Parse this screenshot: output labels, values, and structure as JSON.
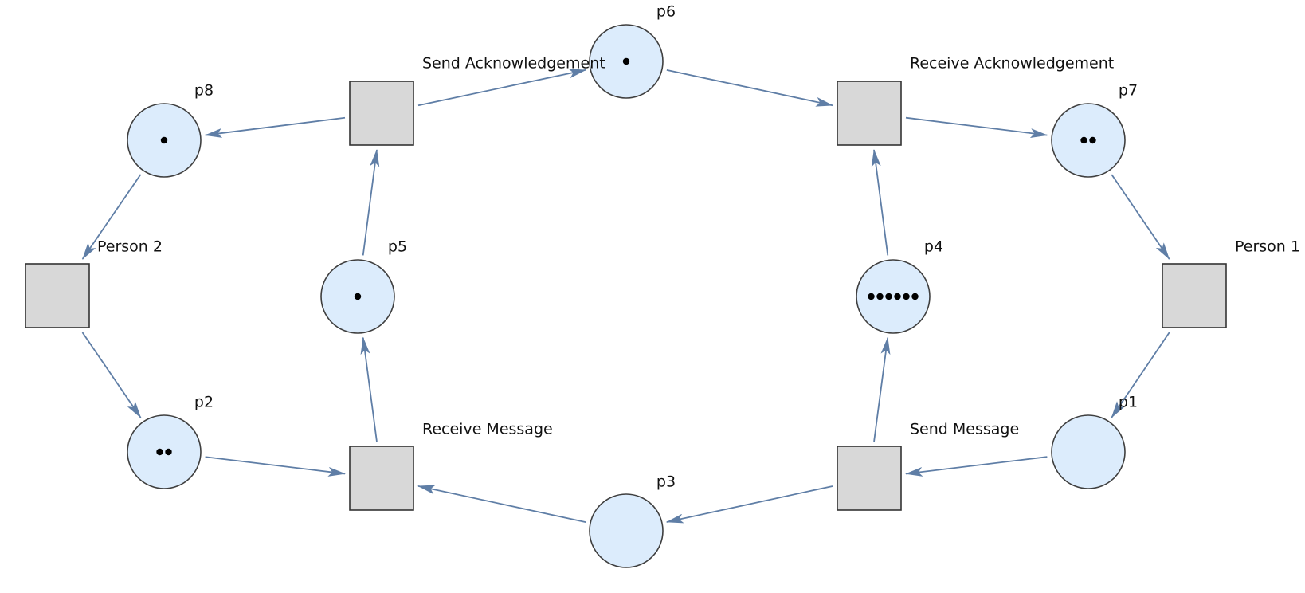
{
  "colors": {
    "place_fill": "#dcecfc",
    "transition_fill": "#d8d8d8",
    "arc": "#5f7ea6",
    "token": "#000000"
  },
  "places": [
    {
      "id": "p1",
      "label": "p1",
      "tokens": 0
    },
    {
      "id": "p2",
      "label": "p2",
      "tokens": 2
    },
    {
      "id": "p3",
      "label": "p3",
      "tokens": 0
    },
    {
      "id": "p4",
      "label": "p4",
      "tokens": 6
    },
    {
      "id": "p5",
      "label": "p5",
      "tokens": 1
    },
    {
      "id": "p6",
      "label": "p6",
      "tokens": 1
    },
    {
      "id": "p7",
      "label": "p7",
      "tokens": 2
    },
    {
      "id": "p8",
      "label": "p8",
      "tokens": 1
    }
  ],
  "transitions": [
    {
      "id": "send_message",
      "label": "Send Message"
    },
    {
      "id": "receive_message",
      "label": "Receive Message"
    },
    {
      "id": "send_ack",
      "label": "Send Acknowledgement"
    },
    {
      "id": "receive_ack",
      "label": "Receive Acknowledgement"
    },
    {
      "id": "person1",
      "label": "Person 1"
    },
    {
      "id": "person2",
      "label": "Person 2"
    }
  ],
  "arcs": [
    {
      "from": "p1",
      "to": "send_message"
    },
    {
      "from": "send_message",
      "to": "p3"
    },
    {
      "from": "send_message",
      "to": "p4"
    },
    {
      "from": "p3",
      "to": "receive_message"
    },
    {
      "from": "p2",
      "to": "receive_message"
    },
    {
      "from": "receive_message",
      "to": "p5"
    },
    {
      "from": "p5",
      "to": "send_ack"
    },
    {
      "from": "send_ack",
      "to": "p6"
    },
    {
      "from": "send_ack",
      "to": "p8"
    },
    {
      "from": "p6",
      "to": "receive_ack"
    },
    {
      "from": "p4",
      "to": "receive_ack"
    },
    {
      "from": "receive_ack",
      "to": "p7"
    },
    {
      "from": "p7",
      "to": "person1"
    },
    {
      "from": "person1",
      "to": "p1"
    },
    {
      "from": "p8",
      "to": "person2"
    },
    {
      "from": "person2",
      "to": "p2"
    }
  ]
}
